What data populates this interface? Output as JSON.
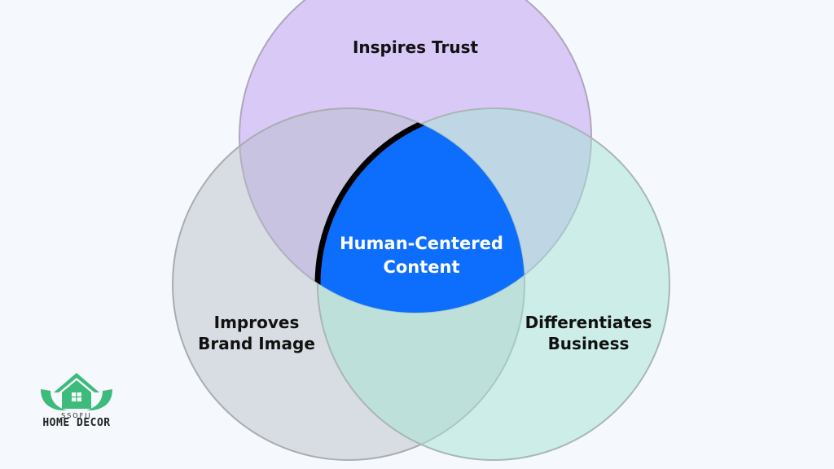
{
  "diagram": {
    "top": {
      "label": "Inspires Trust"
    },
    "left": {
      "label_line1": "Improves",
      "label_line2": "Brand Image"
    },
    "right": {
      "label_line1": "Differentiates",
      "label_line2": "Business"
    },
    "center": {
      "label_line1": "Human-Centered",
      "label_line2": "Content"
    }
  },
  "logo": {
    "small_text": "SSOFII",
    "name": "HOME DECOR",
    "icon": "house-hands-icon"
  },
  "colors": {
    "background": "#f5f8fc",
    "top_circle": "#d6c3f5",
    "left_circle": "#d2d7dc",
    "right_circle": "#c8ece4",
    "center": "#0d6efd",
    "logo_green": "#3dbb7a"
  }
}
